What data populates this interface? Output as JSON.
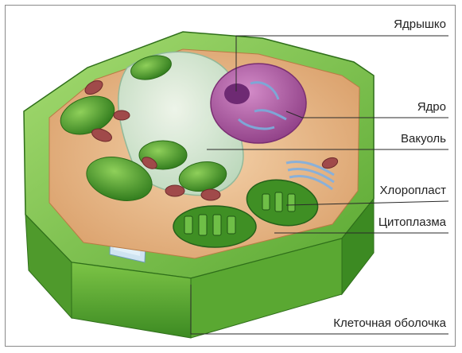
{
  "labels": {
    "nucleolus": "Ядрышко",
    "nucleus": "Ядро",
    "vacuole": "Вакуоль",
    "chloroplast": "Хлоропласт",
    "cytoplasm": "Цитоплазма",
    "cell_wall": "Клеточная оболочка"
  },
  "colors": {
    "wall_dark": "#3f8a24",
    "wall_mid": "#6cb43c",
    "wall_light": "#9fd86a",
    "cytoplasm": "#e9b98a",
    "vacuole": "#cfe6d2",
    "nucleus": "#b45aa6",
    "chloroplast": "#4f9a2c",
    "mitochondria": "#a04a4a",
    "leader": "#2a2a2a"
  }
}
